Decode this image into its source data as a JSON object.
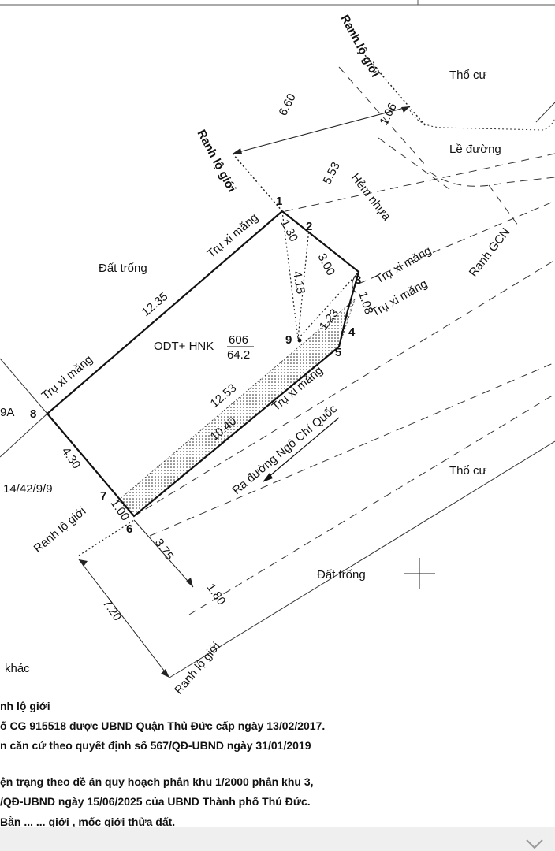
{
  "labels": {
    "tho_cu": "Thổ cư",
    "le_duong": "Lề đường",
    "ranh_lo_gioi": "Ranh lộ giới",
    "hem_nhua": "Hẻm nhựa",
    "ranh_gcn": "Ranh GCN",
    "dat_trong": "Đất trống",
    "tru_xi_mang": "Trụ xi măng",
    "parcel_code": "ODT+ HNK",
    "parcel_number": "606",
    "parcel_area": "64.2",
    "ra_duong": "Ra đường Ngô Chí Quốc",
    "left_partial_a": "9A",
    "left_partial_addr": "14/42/9/9",
    "left_khac": "khác"
  },
  "points": [
    "1",
    "2",
    "3",
    "4",
    "5",
    "6",
    "7",
    "8",
    "9"
  ],
  "dimensions": {
    "d_6_60": "6.60",
    "d_1_06": "1.06",
    "d_5_53": "5.53",
    "d_1_30": "1.30",
    "d_3_00": "3.00",
    "d_4_15": "4.15",
    "d_1_08": "1.08",
    "d_1_23": "1.23",
    "d_12_35": "12.35",
    "d_12_53": "12.53",
    "d_10_40": "10.40",
    "d_4_30": "4.30",
    "d_1_00": "1.00",
    "d_3_75": "3.75",
    "d_1_80": "1.80",
    "d_7_20": "7.20"
  },
  "notes": [
    "nh lộ giới",
    "ố CG 915518 được UBND Quận Thủ Đức cấp ngày 13/02/2017.",
    "n căn cứ theo quyết định số 567/QĐ-UBND ngày 31/01/2019",
    "ện trạng theo đề án quy hoạch phân khu 1/2000 phân khu 3,",
    "/QĐ-UBND ngày 15/06/2025 của UBND Thành phố Thủ Đức.",
    "Bằn ... ... giới , mốc giới thửa đất."
  ]
}
